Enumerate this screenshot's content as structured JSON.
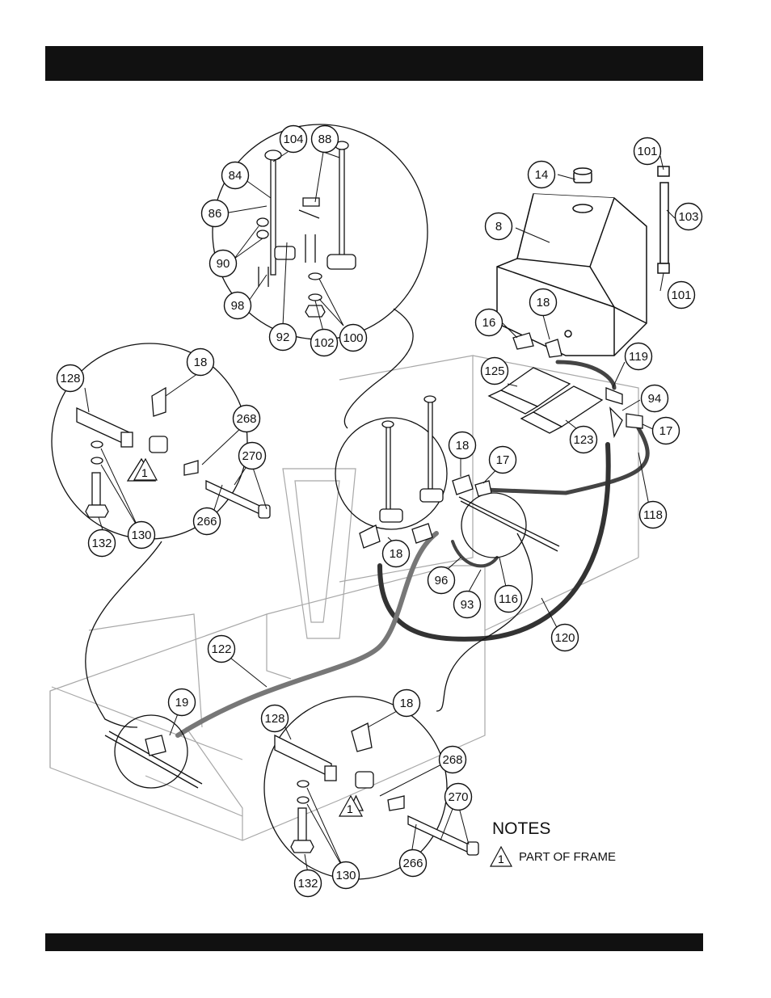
{
  "callouts": [
    {
      "id": "104",
      "label": "104"
    },
    {
      "id": "88",
      "label": "88"
    },
    {
      "id": "84",
      "label": "84"
    },
    {
      "id": "86",
      "label": "86"
    },
    {
      "id": "90",
      "label": "90"
    },
    {
      "id": "98",
      "label": "98"
    },
    {
      "id": "92",
      "label": "92"
    },
    {
      "id": "102",
      "label": "102"
    },
    {
      "id": "100",
      "label": "100"
    },
    {
      "id": "14",
      "label": "14"
    },
    {
      "id": "101a",
      "label": "101"
    },
    {
      "id": "103",
      "label": "103"
    },
    {
      "id": "8",
      "label": "8"
    },
    {
      "id": "101b",
      "label": "101"
    },
    {
      "id": "18a",
      "label": "18"
    },
    {
      "id": "16",
      "label": "16"
    },
    {
      "id": "119",
      "label": "119"
    },
    {
      "id": "125",
      "label": "125"
    },
    {
      "id": "94",
      "label": "94"
    },
    {
      "id": "17a",
      "label": "17"
    },
    {
      "id": "123",
      "label": "123"
    },
    {
      "id": "128a",
      "label": "128"
    },
    {
      "id": "18b",
      "label": "18"
    },
    {
      "id": "268a",
      "label": "268"
    },
    {
      "id": "270a",
      "label": "270"
    },
    {
      "id": "266a",
      "label": "266"
    },
    {
      "id": "132a",
      "label": "132"
    },
    {
      "id": "130a",
      "label": "130"
    },
    {
      "id": "18c",
      "label": "18"
    },
    {
      "id": "17b",
      "label": "17"
    },
    {
      "id": "118",
      "label": "118"
    },
    {
      "id": "18d",
      "label": "18"
    },
    {
      "id": "96",
      "label": "96"
    },
    {
      "id": "93",
      "label": "93"
    },
    {
      "id": "116",
      "label": "116"
    },
    {
      "id": "120",
      "label": "120"
    },
    {
      "id": "122",
      "label": "122"
    },
    {
      "id": "19",
      "label": "19"
    },
    {
      "id": "128b",
      "label": "128"
    },
    {
      "id": "18e",
      "label": "18"
    },
    {
      "id": "268b",
      "label": "268"
    },
    {
      "id": "270b",
      "label": "270"
    },
    {
      "id": "266b",
      "label": "266"
    },
    {
      "id": "132b",
      "label": "132"
    },
    {
      "id": "130b",
      "label": "130"
    }
  ],
  "frame_note_marker": "1",
  "notes": {
    "title": "NOTES",
    "marker": "1",
    "text": "PART OF FRAME"
  },
  "colors": {
    "ink": "#111111",
    "frame": "#9a9a9a",
    "hose": "#444444",
    "hose_light": "#8a8a8a"
  }
}
